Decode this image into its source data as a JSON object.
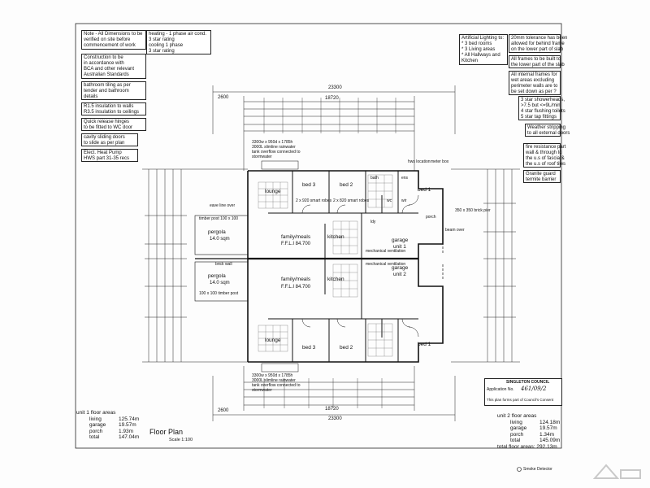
{
  "notes_left": [
    [
      "Note - All Dimensions to be",
      "verified on site before",
      "commencement of work"
    ],
    [
      "heating - 1 phase air cond.",
      "3 star rating",
      "cooling 1 phase",
      "3 star rating"
    ],
    [
      "Construction to be",
      "in accordance with",
      "BCA and other relevant",
      "Australian Standards"
    ],
    [
      "bathroom tiling as per",
      "tender and bathroom",
      "details"
    ],
    [
      "R1.5 insulation to walls",
      "R3.5 insulation to ceilings"
    ],
    [
      "Quick release hinges",
      "to be fitted to WC door"
    ],
    [
      "cavity sliding doors",
      "to slide as per plan"
    ],
    [
      "Elect. Heat Pump",
      "HWS part 31-35 recs"
    ]
  ],
  "notes_right": [
    [
      "Artificial Lighting to:",
      "* 3 bed rooms",
      "* 3 Living areas",
      "* All Hallways and",
      "Kitchen"
    ],
    [
      "20mm tolerance has been",
      "allowed for behind frame",
      "on the lower part of slab"
    ],
    [
      "All frames to be built to",
      "the lower part of the slab"
    ],
    [
      "All internal frames for",
      "wet areas excluding",
      "perimeter walls are to",
      "be set down as per ?"
    ],
    [
      "3 star showerheads,",
      ">7.5 but <=9L/min",
      "4 star flushing toilets",
      "5 star tap fittings"
    ],
    [
      "Weather stripping",
      "to all external doors"
    ],
    [
      "fire resistance part",
      "wall & through to",
      "the u.s of fascia &",
      "the u.s of roof tiles"
    ],
    [
      "Granite guard",
      "termite barrier"
    ]
  ],
  "dims": {
    "top_overall": "23300",
    "top_second": "18720",
    "top_third": "2600",
    "bottom_overall": "23300",
    "bottom_second": "18720",
    "bottom_third": "2600"
  },
  "rooms": {
    "unit1": {
      "bed3": "bed 3",
      "bed2": "bed 2",
      "bed1": "bed 1",
      "lounge": "lounge",
      "family": "family/meals",
      "kitchen": "kitchen",
      "garage": "garage",
      "unit": "unit 1",
      "pergola": "pergola",
      "pergola_area": "14.0 sqm",
      "slab": "F.F.L.I 84.700"
    },
    "unit2": {
      "bed3": "bed 3",
      "bed2": "bed 2",
      "bed1": "bed 1",
      "lounge": "lounge",
      "family": "family/meals",
      "kitchen": "kitchen",
      "garage": "garage",
      "unit": "unit 2",
      "pergola": "pergola",
      "pergola_area": "14.0 sqm",
      "slab": "F.F.L.I 84.700"
    },
    "misc": {
      "timber_post": "timber post 100 x 100",
      "brick_wall": "brick wall",
      "timber_post2": "100 x 100 timber post",
      "eave_line": "eave line over",
      "mech_vent": "mechanical ventilation",
      "mech_vent2": "mechanical ventilation",
      "rainwater_top": "3300w x 950d x 1785h 3000L slimline rainwater tank overflow connected to stormwater",
      "rainwater_bottom": "3300w x 950d x 1785h 3000L slimline rainwater tank overflow connected to stormwater",
      "robes": "2 x 920 smart robes",
      "robes2": "2 x 820 smart robes",
      "porch": "porch",
      "ldy": "ldy",
      "wc": "wc",
      "wir": "wir",
      "ens": "ens",
      "bath": "bath",
      "hws": "hws location",
      "meter": "meter box",
      "pier": "350 x 350 brick pier",
      "beam": "beam over"
    }
  },
  "areas_unit1": {
    "heading": "unit 1  floor areas",
    "rows": [
      [
        "living",
        "125.74m"
      ],
      [
        "garage",
        "19.57m"
      ],
      [
        "porch",
        "1.93m"
      ],
      [
        "total",
        "147.04m"
      ]
    ]
  },
  "areas_unit2": {
    "heading": "unit 2  floor areas",
    "rows": [
      [
        "living",
        "124.18m"
      ],
      [
        "garage",
        "19.57m"
      ],
      [
        "porch",
        "1.34m"
      ],
      [
        "total",
        "145.09m"
      ]
    ],
    "grand": "total floor areas: 292.13m"
  },
  "title": "Floor Plan",
  "scale": "Scale 1:100",
  "stamp": {
    "council": "SINGLETON COUNCIL",
    "application": "Application No.",
    "ref": "461/09/2",
    "footer": "This plan forms part of Council's Consent"
  },
  "smoke_legend": "Smoke Detector",
  "colors": {
    "ink": "#111111",
    "paper": "#fdfdfd",
    "frame": "#222222"
  }
}
